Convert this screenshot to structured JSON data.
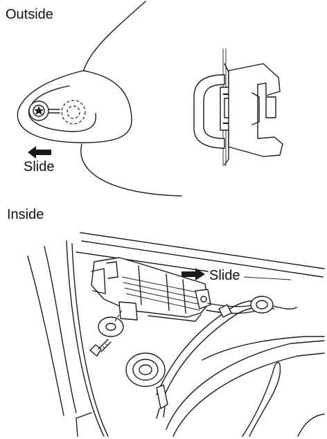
{
  "labels": {
    "outside": "Outside",
    "inside": "Inside",
    "slide_outside": "Slide",
    "slide_inside": "Slide"
  }
}
